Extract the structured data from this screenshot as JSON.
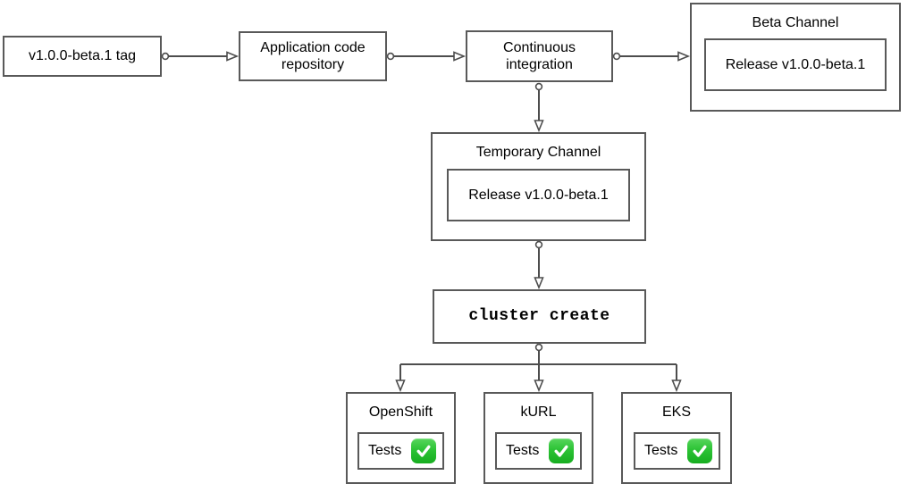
{
  "diagram": {
    "title": "Beta release pipeline flowchart",
    "nodes": {
      "tag": {
        "label": "v1.0.0-beta.1 tag"
      },
      "repo": {
        "label": "Application code repository"
      },
      "ci": {
        "label": "Continuous integration"
      },
      "beta_channel": {
        "title": "Beta Channel",
        "release": "Release v1.0.0-beta.1"
      },
      "temp_channel": {
        "title": "Temporary Channel",
        "release": "Release v1.0.0-beta.1"
      },
      "cluster_create": {
        "label": "cluster create"
      },
      "openshift": {
        "title": "OpenShift",
        "tests_label": "Tests",
        "status_icon": "check-mark-icon",
        "status": "passed"
      },
      "kurl": {
        "title": "kURL",
        "tests_label": "Tests",
        "status_icon": "check-mark-icon",
        "status": "passed"
      },
      "eks": {
        "title": "EKS",
        "tests_label": "Tests",
        "status_icon": "check-mark-icon",
        "status": "passed"
      }
    },
    "connectors": [
      "tag -> repo",
      "repo -> ci",
      "ci -> beta_channel",
      "ci -> temp_channel",
      "temp_channel -> cluster_create",
      "cluster_create -> openshift",
      "cluster_create -> kurl",
      "cluster_create -> eks"
    ],
    "colors": {
      "background": "#ffffff",
      "box_border": "#595959",
      "connector": "#4d4d4d",
      "text": "#000000",
      "check_green": "#2cc335",
      "check_mark": "#ffffff"
    }
  }
}
